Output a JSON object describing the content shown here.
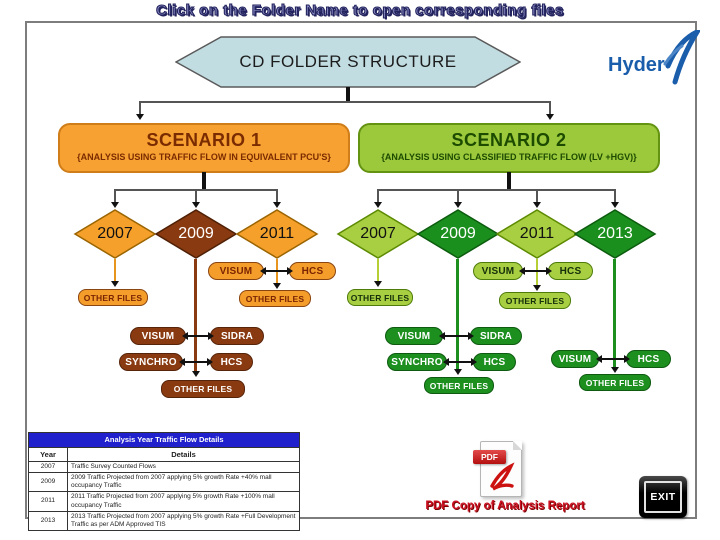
{
  "banner": {
    "title": "Click on the Folder Name to open corresponding files"
  },
  "root": {
    "label": "CD FOLDER STRUCTURE"
  },
  "logo": {
    "name": "Hyder"
  },
  "labels": {
    "visum": "VISUM",
    "hcs": "HCS",
    "sidra": "SIDRA",
    "synchro": "SYNCHRO",
    "other_files": "OTHER FILES"
  },
  "scenario1": {
    "title": "SCENARIO 1",
    "subtitle": "{ANALYSIS USING TRAFFIC FLOW IN EQUIVALENT PCU'S}",
    "years": [
      "2007",
      "2009",
      "2011"
    ]
  },
  "scenario2": {
    "title": "SCENARIO 2",
    "subtitle": "{ANALYSIS USING CLASSIFIED TRAFFIC FLOW (LV +HGV)}",
    "years": [
      "2007",
      "2009",
      "2011",
      "2013"
    ]
  },
  "table": {
    "title": "Analysis Year Traffic Flow Details",
    "columns": [
      "Year",
      "Details"
    ],
    "rows": [
      [
        "2007",
        "Traffic Survey Counted Flows"
      ],
      [
        "2009",
        "2009 Traffic Projected from 2007 applying 5% growth Rate +40% mall occupancy Traffic"
      ],
      [
        "2011",
        "2011 Traffic Projected from 2007 applying 5% growth Rate +100% mall occupancy Traffic"
      ],
      [
        "2013",
        "2013 Traffic Projected from 2007 applying 5% growth Rate +Full Development Traffic as per ADM Approved TIS"
      ]
    ]
  },
  "pdf": {
    "badge": "PDF",
    "caption": "PDF Copy of Analysis Report"
  },
  "exit": {
    "label": "EXIT"
  },
  "colors": {
    "scenario1_orange": "#F7A133",
    "scenario1_dark_brown": "#8A3A10",
    "scenario2_light_green": "#9CC93C",
    "scenario2_dark_green": "#1C8F1F",
    "hexagon_blue": "#C2DDE2",
    "table_header_blue": "#2020CC",
    "pdf_red": "#CC1122",
    "hyder_blue": "#1A5DAB",
    "banner_navy": "#23235E"
  }
}
